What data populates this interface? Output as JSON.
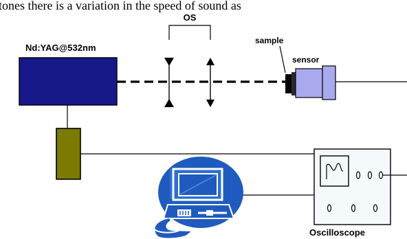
{
  "top_text": "tones there is a variation in the speed of sound as",
  "labels": {
    "laser": "Nd:YAG@532nm",
    "optical_system": "OS",
    "sample": "sample",
    "sensor": "sensor",
    "oscilloscope": "Oscilloscope"
  },
  "colors": {
    "laser_body": "#17198b",
    "detector_body": "#7b7b00",
    "sensor_body": "#a9a9f0",
    "computer": "#1f5bbf",
    "oscilloscope_fill": "#f4f9fc",
    "line": "#000000"
  },
  "icons": {
    "computer": "computer-icon",
    "waveform": "sine-wave-icon"
  }
}
